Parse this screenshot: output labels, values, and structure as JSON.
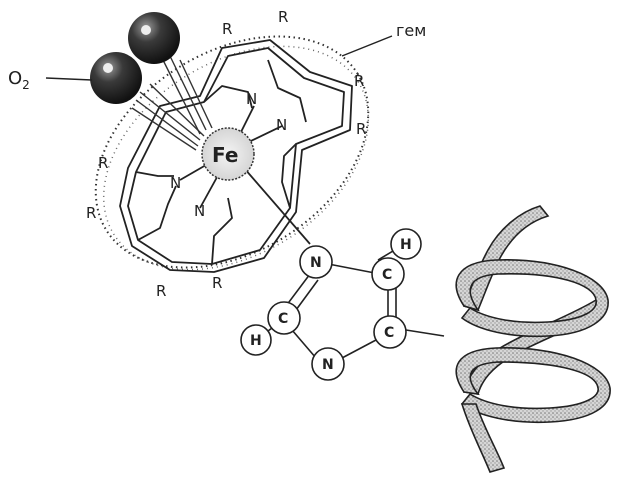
{
  "labels": {
    "oxygen": "O",
    "oxygen_sub": "2",
    "heme": "гем",
    "iron": "Fe",
    "nitrogen": "N",
    "carbon": "C",
    "hydrogen": "H",
    "substituent": "R"
  },
  "colors": {
    "ink": "#222222",
    "background": "#ffffff",
    "oxygen_ball": "#3a3a3a",
    "helix_ribbon": "#bdbdbd"
  }
}
